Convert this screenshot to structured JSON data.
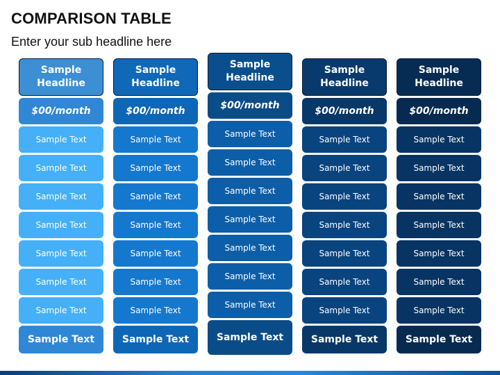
{
  "title": "COMPARISON TABLE",
  "subtitle": "Enter your sub headline here",
  "columns": [
    {
      "headline": "Sample\nHeadline",
      "price": "$00/month",
      "rows": [
        "Sample Text",
        "Sample Text",
        "Sample Text",
        "Sample Text",
        "Sample Text",
        "Sample Text",
        "Sample Text"
      ],
      "footer": "Sample Text",
      "colors": {
        "head": "#3d8fd4",
        "price": "#2f87d6",
        "row": "#45b0f7",
        "foot": "#2f87d6"
      }
    },
    {
      "headline": "Sample\nHeadline",
      "price": "$00/month",
      "rows": [
        "Sample Text",
        "Sample Text",
        "Sample Text",
        "Sample Text",
        "Sample Text",
        "Sample Text",
        "Sample Text"
      ],
      "footer": "Sample Text",
      "colors": {
        "head": "#1068b8",
        "price": "#0e66b6",
        "row": "#1578cf",
        "foot": "#0e66b6"
      }
    },
    {
      "headline": "Sample\nHeadline",
      "price": "$00/month",
      "rows": [
        "Sample Text",
        "Sample Text",
        "Sample Text",
        "Sample Text",
        "Sample Text",
        "Sample Text",
        "Sample Text"
      ],
      "footer": "Sample Text",
      "colors": {
        "head": "#0a4f8d",
        "price": "#0a4c88",
        "row": "#0d5ea8",
        "foot": "#0a4c88"
      }
    },
    {
      "headline": "Sample\nHeadline",
      "price": "$00/month",
      "rows": [
        "Sample Text",
        "Sample Text",
        "Sample Text",
        "Sample Text",
        "Sample Text",
        "Sample Text",
        "Sample Text"
      ],
      "footer": "Sample Text",
      "colors": {
        "head": "#093a6e",
        "price": "#083868",
        "row": "#0a447f",
        "foot": "#083868"
      }
    },
    {
      "headline": "Sample\nHeadline",
      "price": "$00/month",
      "rows": [
        "Sample Text",
        "Sample Text",
        "Sample Text",
        "Sample Text",
        "Sample Text",
        "Sample Text",
        "Sample Text"
      ],
      "footer": "Sample Text",
      "colors": {
        "head": "#072c54",
        "price": "#072a50",
        "row": "#083463",
        "foot": "#072a50"
      }
    }
  ]
}
